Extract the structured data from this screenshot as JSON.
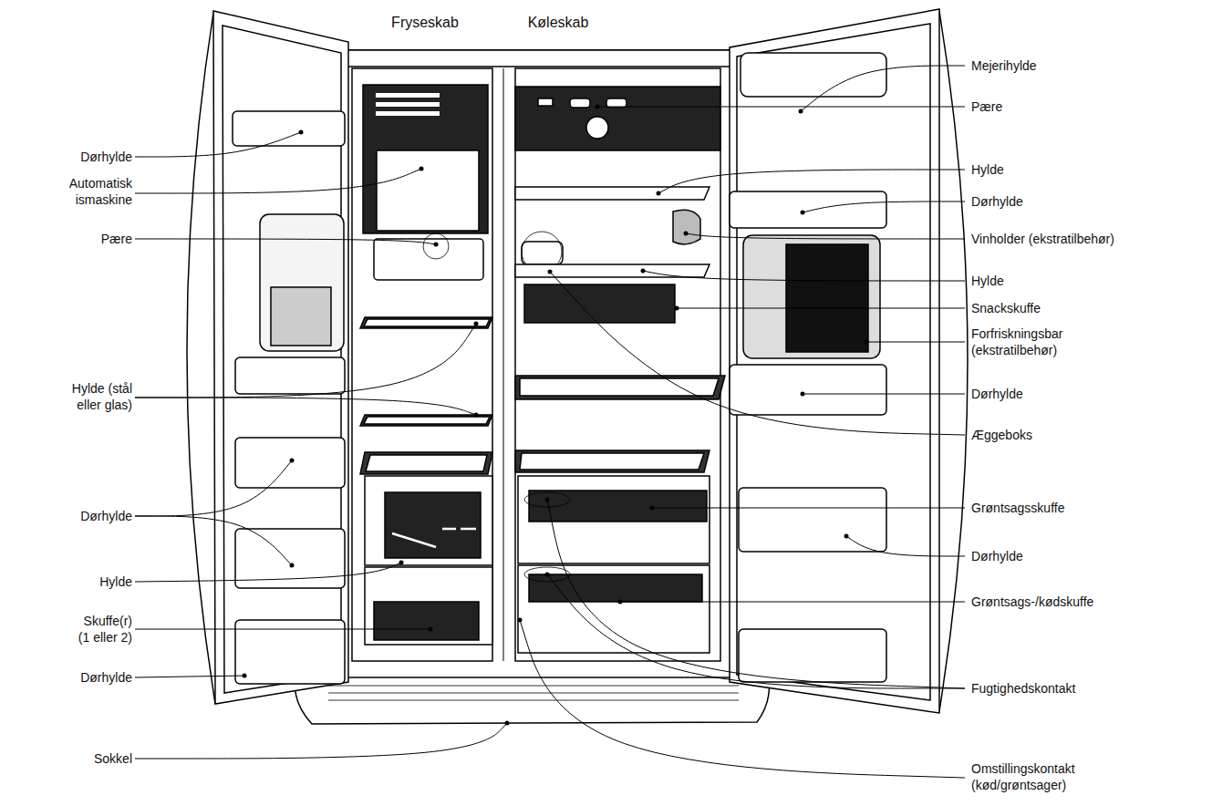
{
  "diagram": {
    "labels": [
      "Fryseskab",
      "Køleskab",
      "Dørhylde",
      "Automatisk ismaskine",
      "Pære",
      "Hylde (stål eller glas)",
      "Dørhylde",
      "Hylde",
      "Skuffe(r) (1 eller 2)",
      "Dørhylde",
      "Sokkel",
      "Mejerihylde",
      "Pære",
      "Hylde",
      "Dørhylde",
      "Vinholder (ekstratilbehør)",
      "Hylde",
      "Snackskuffe",
      "Forfriskningsbar (ekstratilbehør)",
      "Dørhylde",
      "Æggeboks",
      "Grøntsagsskuffe",
      "Dørhylde",
      "Grøntsags-/kødskuffe",
      "Fugtighedskontakt",
      "Omstillingskontakt (kød/grøntsager)"
    ]
  }
}
